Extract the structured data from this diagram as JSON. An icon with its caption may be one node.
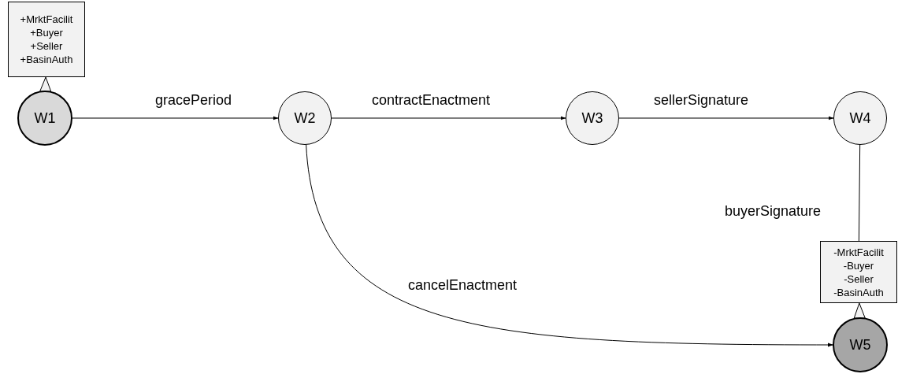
{
  "diagram": {
    "nodes": [
      {
        "text": [
          "+MrktFacilit",
          "+Buyer",
          "+Seller",
          "+BasinAuth"
        ]
      },
      {
        "text": [
          "W1"
        ]
      },
      {
        "text": [
          "W2"
        ]
      },
      {
        "text": [
          "W3"
        ]
      },
      {
        "text": [
          "W4"
        ]
      },
      {
        "text": [
          "-MrktFacilit",
          "-Buyer",
          "-Seller",
          "-BasinAuth"
        ]
      },
      {
        "text": [
          "W5"
        ]
      }
    ],
    "edges": [
      {
        "from": 1,
        "to": 2,
        "arrow": "to",
        "label": "gracePeriod"
      },
      {
        "from": 2,
        "to": 3,
        "arrow": "to",
        "label": "contractEnactment"
      },
      {
        "from": 3,
        "to": 4,
        "arrow": "to",
        "label": "sellerSignature"
      },
      {
        "from": 4,
        "to": 5,
        "arrow": "none",
        "label": "buyerSignature"
      },
      {
        "from": 2,
        "to": 6,
        "arrow": "to",
        "label": "cancelEnactment"
      },
      {
        "from": 1,
        "to": 0,
        "arrow": "to"
      },
      {
        "from": 6,
        "to": 5,
        "arrow": "to"
      }
    ]
  }
}
